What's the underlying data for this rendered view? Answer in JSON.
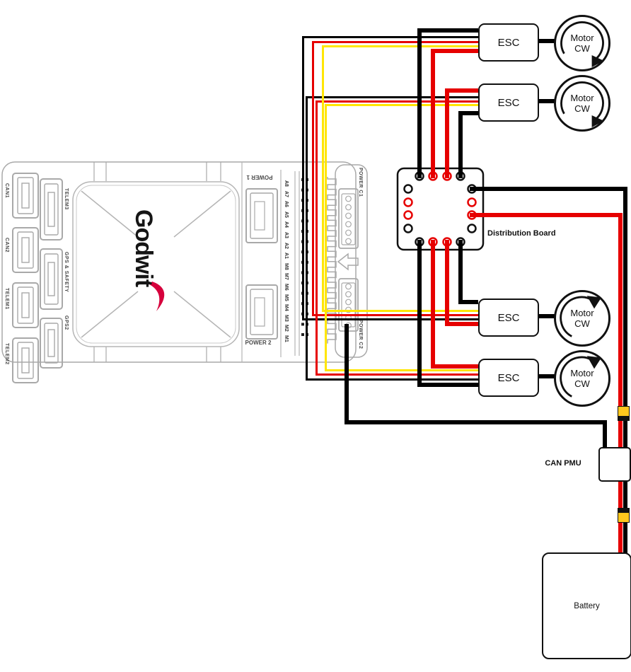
{
  "colors": {
    "wire_red": "#e60000",
    "wire_yellow": "#ffe600",
    "wire_black": "#000000",
    "connector_yellow": "#ffc81e",
    "board_gray": "#a9a9a9",
    "logo_red": "#d6003c"
  },
  "fc": {
    "logo": "Godwit",
    "side_ports": [
      "CAN1",
      "CAN2",
      "TELEM1",
      "TELEM2"
    ],
    "mid_ports": [
      "TELEM3",
      "GPS & SAFETY",
      "GPS2"
    ],
    "power1": "POWER 1",
    "power2": "POWER 2",
    "power_c1": "POWER C1",
    "power_c2": "POWER C2",
    "pins": [
      "A8",
      "A7",
      "A6",
      "A5",
      "A4",
      "A3",
      "A2",
      "A1",
      "M8",
      "M7",
      "M6",
      "M5",
      "M4",
      "M3",
      "M2",
      "M1"
    ]
  },
  "escs": [
    {
      "label": "ESC",
      "motor_line1": "Motor",
      "motor_line2": "CW"
    },
    {
      "label": "ESC",
      "motor_line1": "Motor",
      "motor_line2": "CW"
    },
    {
      "label": "ESC",
      "motor_line1": "Motor",
      "motor_line2": "CW"
    },
    {
      "label": "ESC",
      "motor_line1": "Motor",
      "motor_line2": "CW"
    }
  ],
  "distribution_board_label": "Distribution Board",
  "can_pmu_label": "CAN PMU",
  "battery_label": "Battery"
}
